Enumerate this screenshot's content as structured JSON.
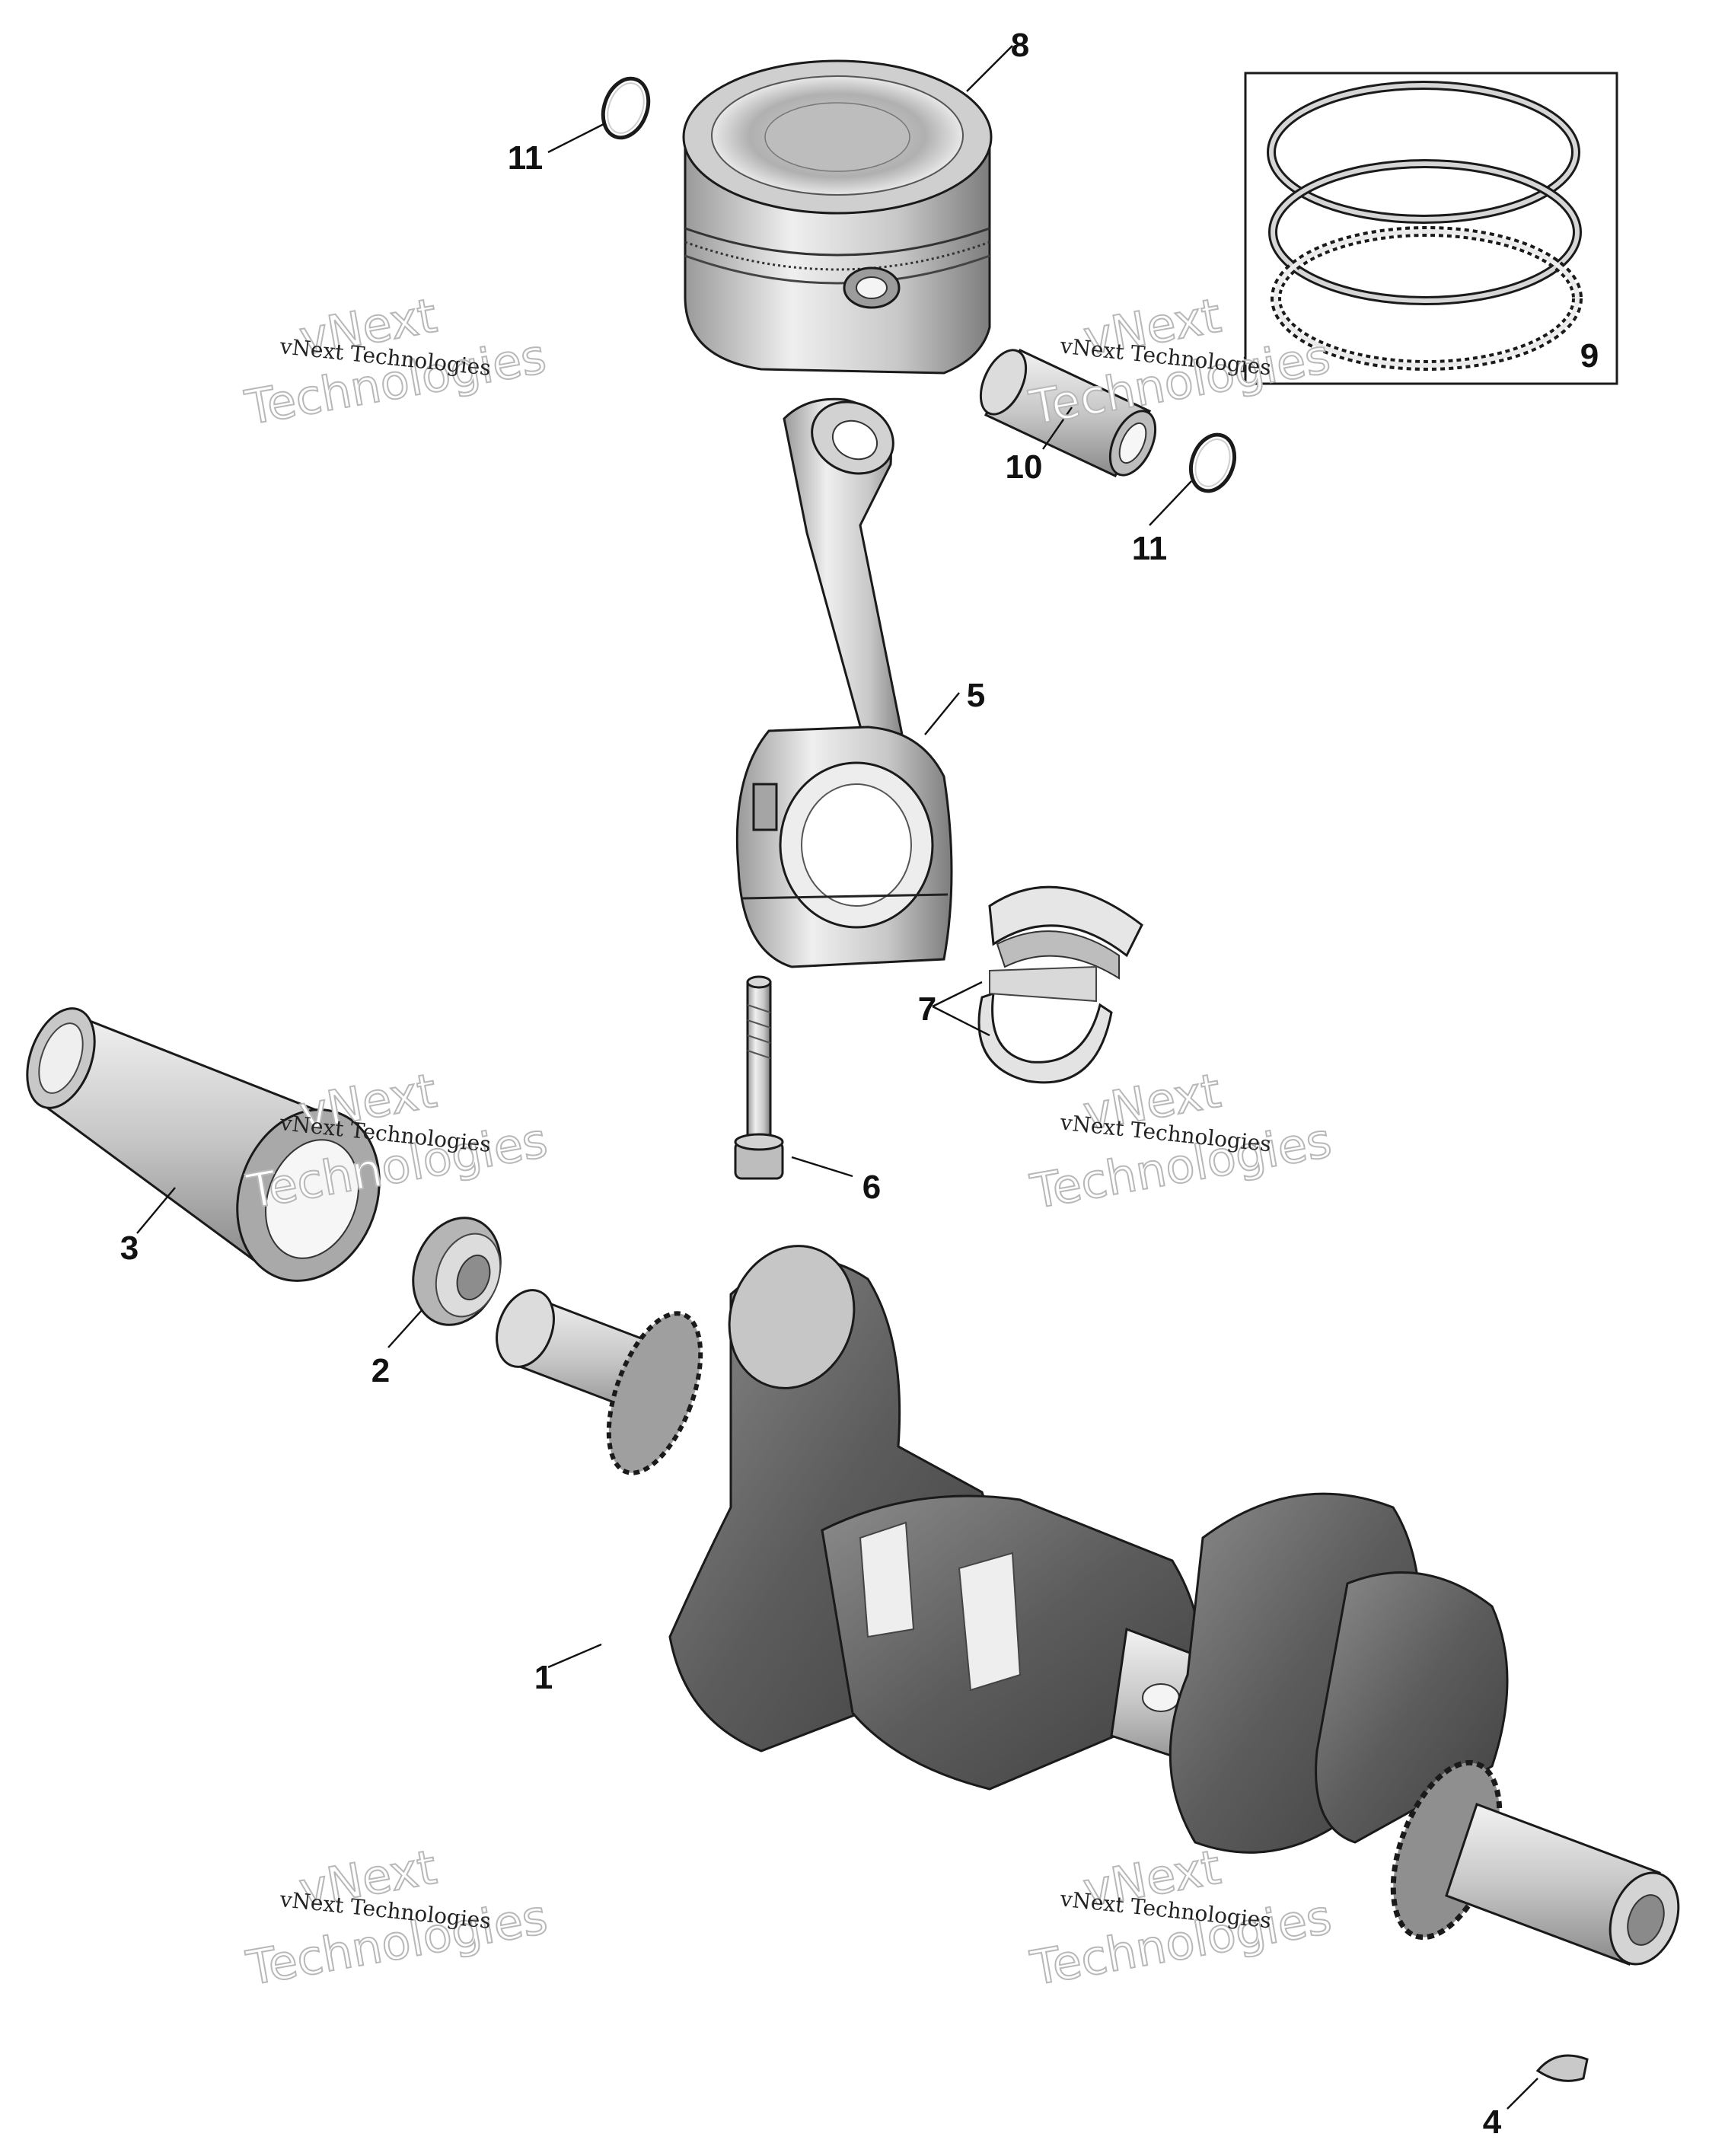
{
  "callouts": {
    "c1": "1",
    "c2": "2",
    "c3": "3",
    "c4": "4",
    "c5": "5",
    "c6": "6",
    "c7": "7",
    "c8": "8",
    "c9": "9",
    "c10": "10",
    "c11a": "11",
    "c11b": "11"
  },
  "watermark": {
    "line_small": "vNext Technologies",
    "line_big_1": "vNext",
    "line_big_2": "Technologies"
  },
  "colors": {
    "metal_light": "#e6e6e6",
    "metal_mid": "#b9b9b9",
    "metal_dark": "#6f6f6f",
    "crank_dark": "#5a5a5a",
    "line": "#1a1a1a"
  }
}
